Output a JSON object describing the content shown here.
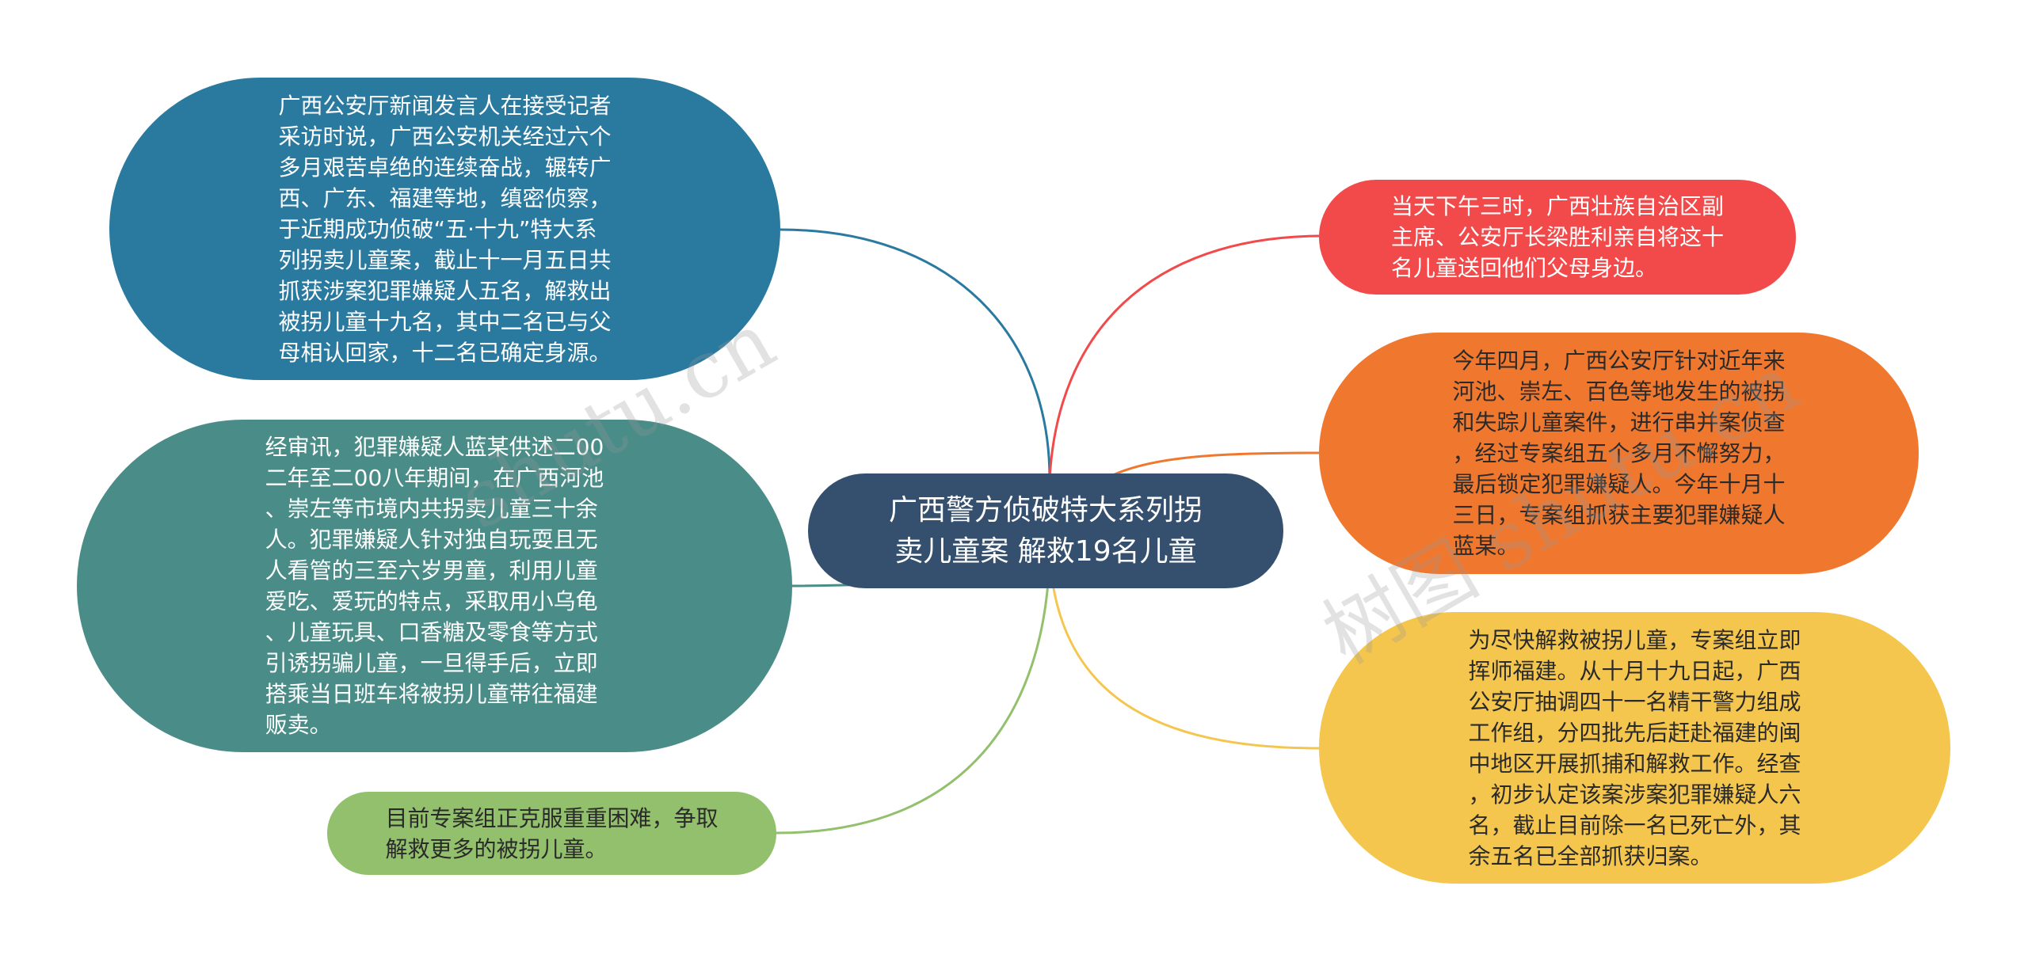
{
  "center": {
    "text": "广西警方侦破特大系列拐\n卖儿童案 解救19名儿童",
    "color": "#34506e"
  },
  "branches": [
    {
      "id": "left-1",
      "color": "#2a7aa0",
      "text": "广西公安厅新闻发言人在接受记者\n采访时说，广西公安机关经过六个\n多月艰苦卓绝的连续奋战，辗转广\n西、广东、福建等地，缜密侦察，\n于近期成功侦破“五·十九”特大系\n列拐卖儿童案，截止十一月五日共\n抓获涉案犯罪嫌疑人五名，解救出\n被拐儿童十九名，其中二名已与父\n母相认回家，十二名已确定身源。"
    },
    {
      "id": "left-2",
      "color": "#4a8d88",
      "text": "经审讯，犯罪嫌疑人蓝某供述二00\n二年至二00八年期间，在广西河池\n、崇左等市境内共拐卖儿童三十余\n人。犯罪嫌疑人针对独自玩耍且无\n人看管的三至六岁男童，利用儿童\n爱吃、爱玩的特点，采取用小乌龟\n、儿童玩具、口香糖及零食等方式\n引诱拐骗儿童，一旦得手后，立即\n搭乘当日班车将被拐儿童带往福建\n贩卖。"
    },
    {
      "id": "left-3",
      "color": "#92c06c",
      "text": "目前专案组正克服重重困难，争取\n解救更多的被拐儿童。"
    },
    {
      "id": "right-1",
      "color": "#f24a4a",
      "text": "当天下午三时，广西壮族自治区副\n主席、公安厅长梁胜利亲自将这十\n名儿童送回他们父母身边。"
    },
    {
      "id": "right-2",
      "color": "#f0782e",
      "text": "今年四月，广西公安厅针对近年来\n河池、崇左、百色等地发生的被拐\n和失踪儿童案件，进行串并案侦查\n，经过专案组五个多月不懈努力，\n最后锁定犯罪嫌疑人。今年十月十\n三日，专案组抓获主要犯罪嫌疑人\n蓝某。"
    },
    {
      "id": "right-3",
      "color": "#f5c64e",
      "text": "为尽快解救被拐儿童，专案组立即\n挥师福建。从十月十九日起，广西\n公安厅抽调四十一名精干警力组成\n工作组，分四批先后赶赴福建的闽\n中地区开展抓捕和解救工作。经查\n，初步认定该案涉案犯罪嫌疑人六\n名，截止目前除一名已死亡外，其\n余五名已全部抓获归案。"
    }
  ],
  "watermarks": [
    "shutu.cn",
    "树图 shutu.cn"
  ]
}
